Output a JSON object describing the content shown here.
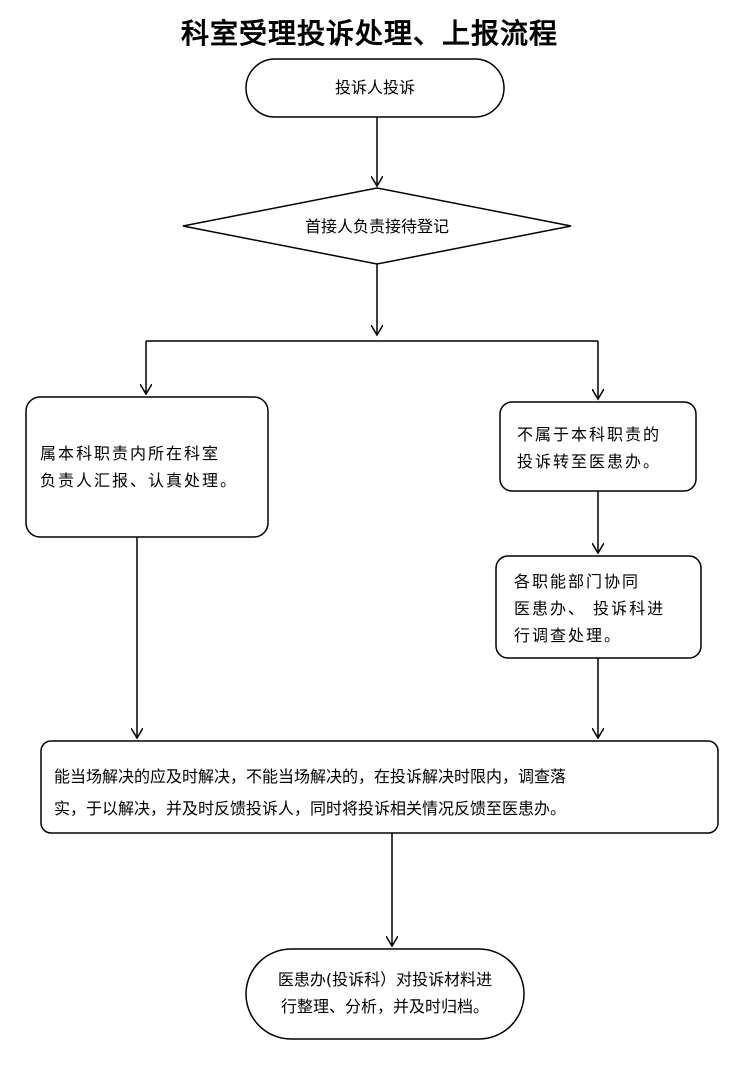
{
  "title": "科室受理投诉处理、上报流程",
  "nodes": {
    "start": "投诉人投诉",
    "register": "首接人负责接待登记",
    "in_scope": "属本科职责内所在科室\n负责人汇报、认真处理。",
    "out_scope": "不属于本科职责的\n投诉转至医患办。",
    "cooperate": "各职能部门协同\n医患办、 投诉科进\n行调查处理。",
    "resolve": "能当场解决的应及时解决，不能当场解决的，在投诉解决时限内，调查落\n实，于以解决，并及时反馈投诉人，同时将投诉相关情况反馈至医患办。",
    "archive": "医患办(投诉科）对投诉材料进\n行整理、分析，并及时归档。"
  }
}
